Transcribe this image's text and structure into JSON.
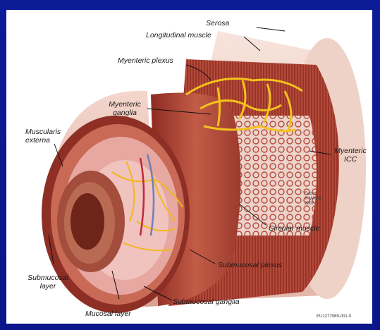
{
  "labels": {
    "serosa": "Serosa",
    "longitudinal_muscle": "Longitudinal muscle",
    "myenteric_plexus": "Myenteric plexus",
    "myenteric_ganglia_1": "Myenteric",
    "myenteric_ganglia_2": "ganglia",
    "muscularis_externa_1": "Muscularis",
    "muscularis_externa_2": "externa",
    "myenteric_icc_1": "Myenteric",
    "myenteric_icc_2": "ICC",
    "circular_muscle": "Circular muscle",
    "submucosal_plexus": "Submucosal plexus",
    "submucosal_layer_1": "Submucosal",
    "submucosal_layer_2": "layer",
    "submucosal_ganglia": "Submucosal ganglia",
    "mucosal_layer": "Mucosal layer"
  },
  "credit": {
    "line1": "Factor",
    "line2": "© MAYO",
    "line3": "2007"
  },
  "catalog_number": "EU1277069-001-0",
  "colors": {
    "background": "#0b1a8c",
    "serosa": "#f3dcd2",
    "muscle": "#b5473a",
    "plexus": "#f4c21c",
    "mucosa": "#e9a8a0"
  }
}
